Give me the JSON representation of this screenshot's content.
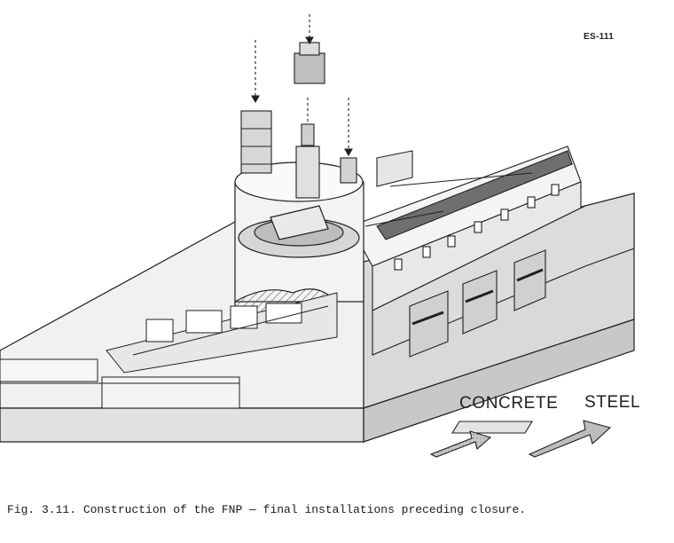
{
  "header": {
    "doc_id": "ES-111"
  },
  "figure": {
    "legend": {
      "concrete_label": "CONCRETE",
      "steel_label": "STEEL"
    },
    "colors": {
      "ink": "#1f1f1f",
      "paper": "#ffffff",
      "concrete_fill": "#e4e4e4",
      "steel_fill": "#bdbdbd"
    }
  },
  "caption": {
    "text": "Fig. 3.11.  Construction of the FNP — final installations preceding closure."
  }
}
